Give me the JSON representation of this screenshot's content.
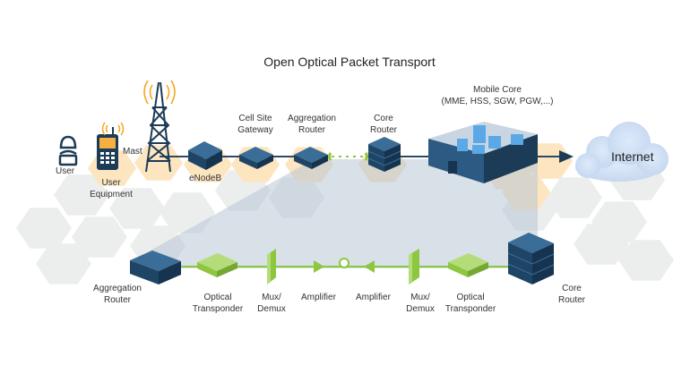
{
  "title": "Open Optical Packet Transport",
  "colors": {
    "device_blue": "#2c5a82",
    "device_dark": "#1c3b57",
    "optical_green": "#8dc63f",
    "light_green": "#b5dc7a",
    "hex_orange": "#fde5c0",
    "hex_gray": "#eceeed",
    "cloud": "#cfe0f3",
    "signal_orange": "#f5a623"
  },
  "top_row": {
    "user": "User",
    "user_equipment": "User Equipment",
    "mast": "Mast",
    "enodeb": "eNodeB",
    "cell_site_gateway": "Cell Site Gateway",
    "aggregation_router": "Aggregation Router",
    "core_router": "Core Router",
    "mobile_core_title": "Mobile Core",
    "mobile_core_sub": "(MME, HSS, SGW, PGW,...)",
    "internet": "Internet"
  },
  "bottom_row": {
    "aggregation_router": "Aggregation Router",
    "optical_transponder_left": "Optical Transponder",
    "mux_demux_left": "Mux/ Demux",
    "amplifier_left": "Amplifier",
    "amplifier_right": "Amplifier",
    "mux_demux_right": "Mux/ Demux",
    "optical_transponder_right": "Optical Transponder",
    "core_router": "Core Router"
  }
}
